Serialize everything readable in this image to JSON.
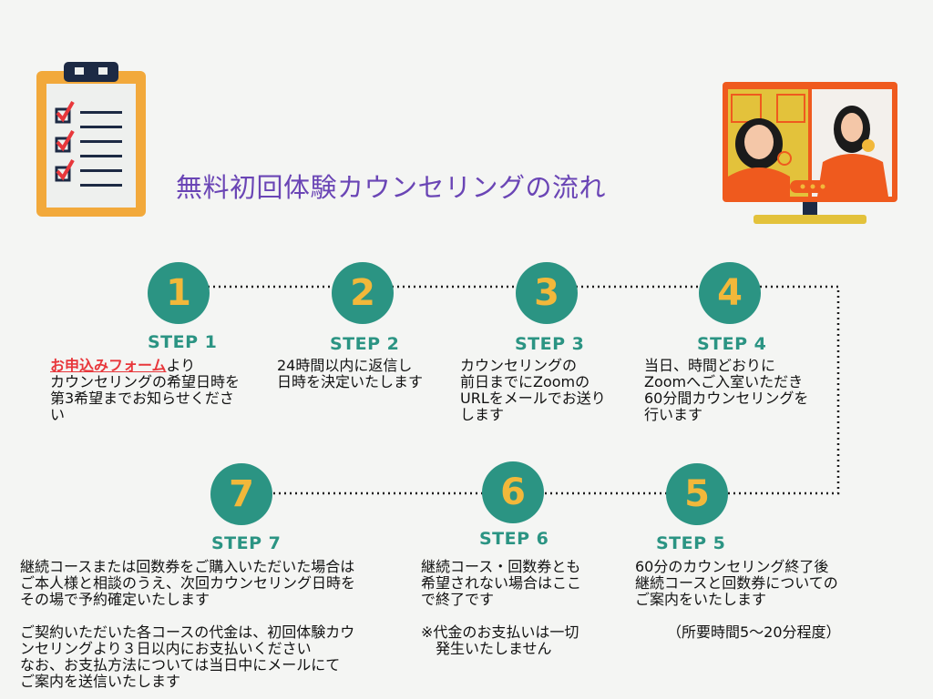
{
  "title": "無料初回体験カウンセリングの流れ",
  "colors": {
    "teal": "#2b9483",
    "number": "#f2b83a",
    "title": "#6a45b5",
    "link": "#e8373b",
    "orange": "#ef5a1e"
  },
  "icons": {
    "left": "clipboard-checklist-icon",
    "right": "video-counseling-monitor-icon"
  },
  "steps": [
    {
      "number": "1",
      "label": "STEP 1",
      "link": "お申込みフォーム",
      "text_after_link": "より\nカウンセリングの希望日時を\n第3希望までお知らせくださ\nい"
    },
    {
      "number": "2",
      "label": "STEP 2",
      "text": "24時間以内に返信し\n日時を決定いたします"
    },
    {
      "number": "3",
      "label": "STEP 3",
      "text": "カウンセリングの\n前日までにZoomの\nURLをメールでお送り\nします"
    },
    {
      "number": "4",
      "label": "STEP 4",
      "text": "当日、時間どおりに\nZoomへご入室いただき\n60分間カウンセリングを\n行います"
    },
    {
      "number": "5",
      "label": "STEP 5",
      "text": "60分のカウンセリング終了後\n継続コースと回数券についての\nご案内をいたします",
      "note": "（所要時間5～20分程度）"
    },
    {
      "number": "6",
      "label": "STEP 6",
      "text": "継続コース・回数券とも\n希望されない場合はここ\nで終了です",
      "note": "※代金のお支払いは一切\n　発生いたしません"
    },
    {
      "number": "7",
      "label": "STEP 7",
      "text": "継続コースまたは回数券をご購入いただいた場合は\nご本人様と相談のうえ、次回カウンセリング日時を\nその場で予約確定いたします",
      "note": "ご契約いただいた各コースの代金は、初回体験カウ\nンセリングより３日以内にお支払いください\nなお、お支払方法については当日中にメールにて\nご案内を送信いたします"
    }
  ]
}
